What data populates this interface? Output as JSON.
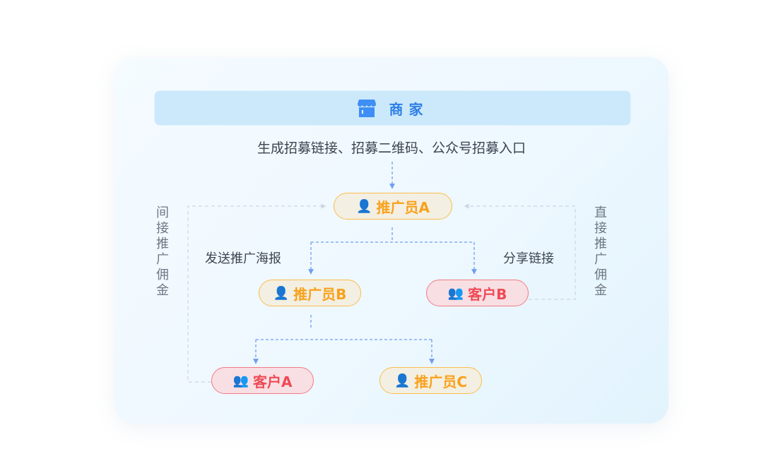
{
  "header": {
    "title": "商家",
    "icon": "store-icon"
  },
  "subtitle": "生成招募链接、招募二维码、公众号招募入口",
  "nodes": {
    "promoter_a": "推广员A",
    "promoter_b": "推广员B",
    "promoter_c": "推广员C",
    "customer_a": "客户A",
    "customer_b": "客户B"
  },
  "edge_labels": {
    "send_poster": "发送推广海报",
    "share_link": "分享链接"
  },
  "side_labels": {
    "indirect": "间接推广佣金",
    "direct": "直接推广佣金"
  },
  "colors": {
    "promoter": "#f9a11b",
    "customer": "#ef4a55",
    "header": "#2f7fe6",
    "line": "#6f9ef0"
  }
}
